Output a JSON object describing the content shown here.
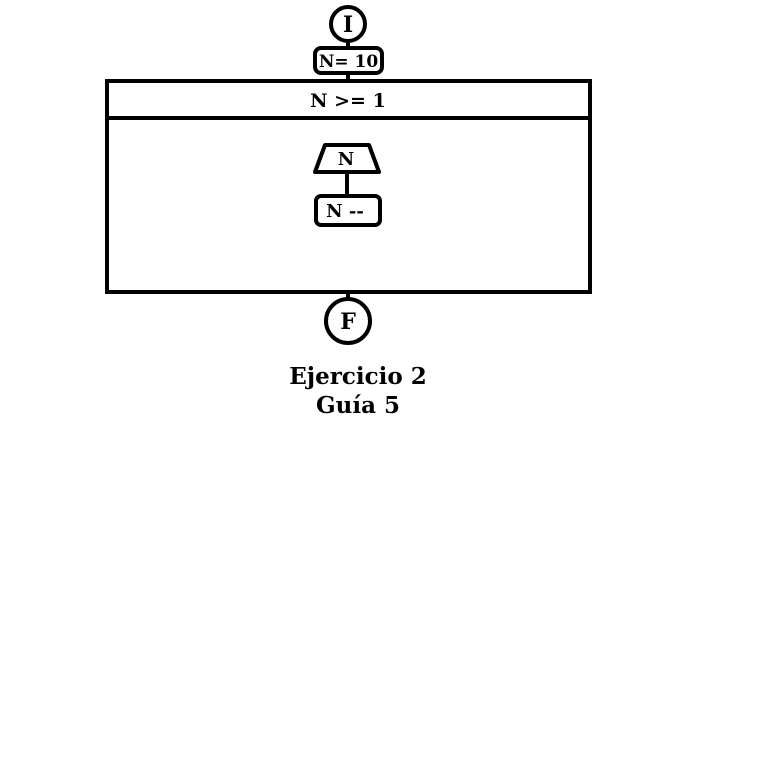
{
  "diagram": {
    "start_label": "I",
    "assign_label": "N= 10",
    "loop_condition": "N >= 1",
    "output_label": "N",
    "decrement_label": "N --",
    "end_label": "F"
  },
  "caption": {
    "line1": "Ejercicio 2",
    "line2": "Guía 5"
  },
  "colors": {
    "stroke": "#000000",
    "background": "#ffffff"
  }
}
